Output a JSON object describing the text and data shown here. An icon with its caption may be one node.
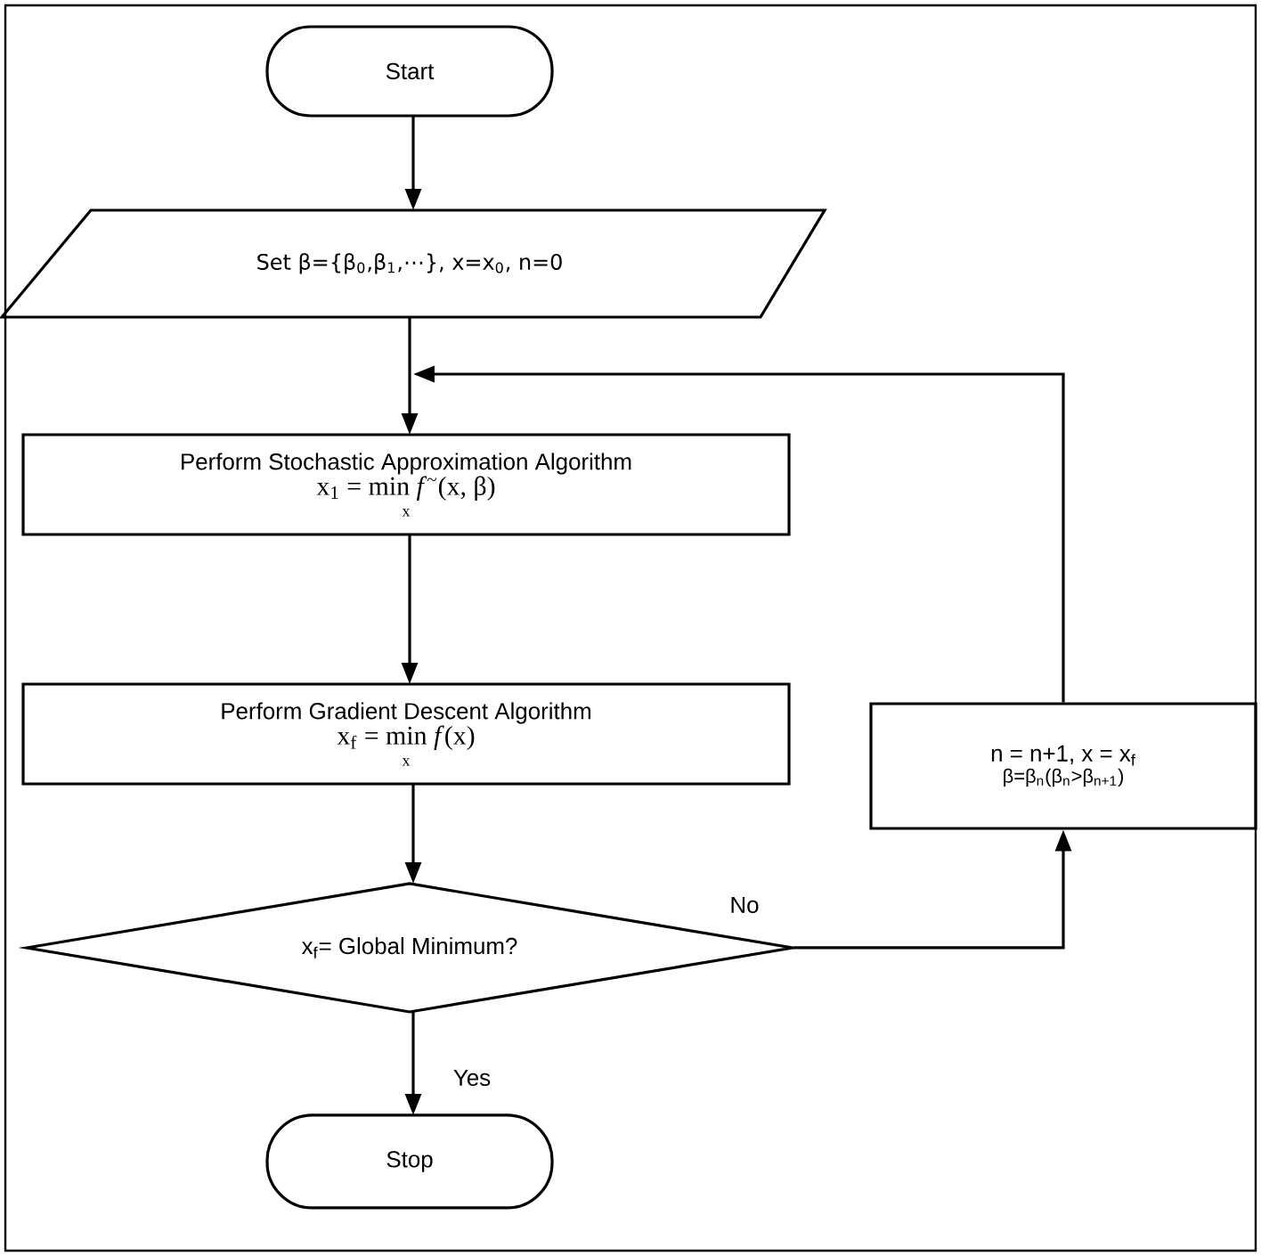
{
  "diagram": {
    "nodes": [
      {
        "text": [
          "Start"
        ]
      },
      {
        "text": [
          "Set β={β$_{0}$,β$_{1}$,⋯}, x=x$_{0}$,  n=0"
        ]
      },
      {
        "text": [
          "Perform Stochastic Approximation Algorithm",
          "x$_{1}$ = min *f*$^{~}$(x, β)",
          "x"
        ]
      },
      {
        "text": [
          "Perform Gradient Descent Algorithm",
          "x$_{f}$ = min *f*(x)",
          "x"
        ]
      },
      {
        "text": [
          "x$_{f}$= Global Minimum?"
        ]
      },
      {
        "text": [
          "Stop"
        ]
      },
      {
        "text": [
          "n = n+1, x = x$_{f}$",
          "β=β$_{n}$(β$_{n}$>β$_{n+1}$)"
        ]
      }
    ],
    "edges": [
      {
        "from": 0,
        "to": 1,
        "arrow": "to"
      },
      {
        "from": 1,
        "to": 2,
        "arrow": "to"
      },
      {
        "from": 2,
        "to": 3,
        "arrow": "to"
      },
      {
        "from": 3,
        "to": 4,
        "arrow": "to"
      },
      {
        "from": 4,
        "to": 5,
        "arrow": "to",
        "label": "Yes"
      },
      {
        "from": 4,
        "to": 6,
        "arrow": "to",
        "label": "No"
      },
      {
        "from": 6,
        "to": 2,
        "arrow": "to"
      }
    ]
  }
}
